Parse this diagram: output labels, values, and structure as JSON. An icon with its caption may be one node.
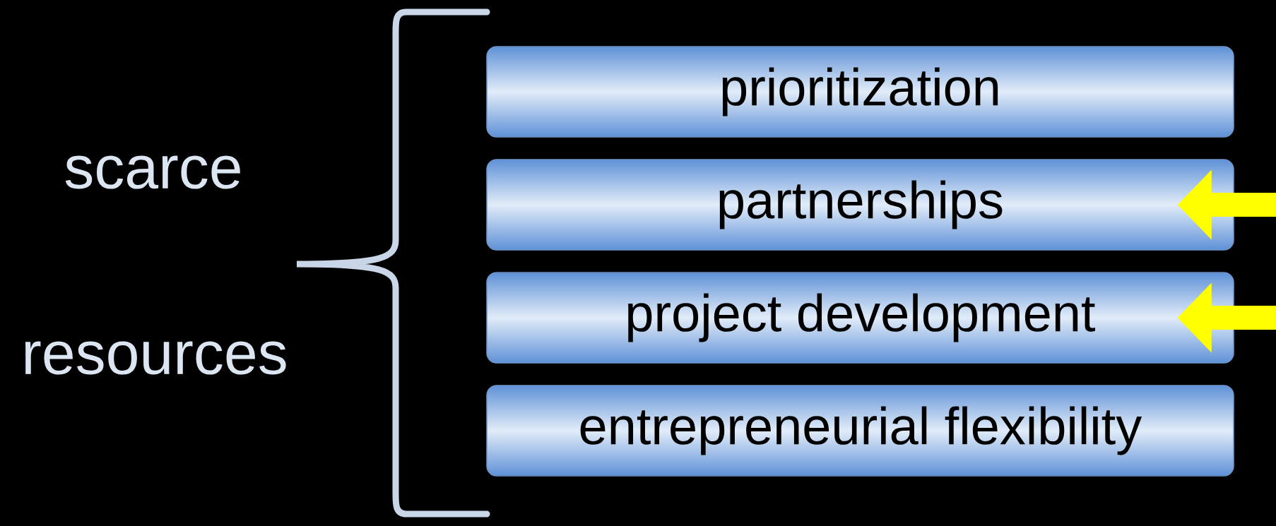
{
  "diagram": {
    "nodes": [
      {
        "text": [
          "prioritization"
        ]
      },
      {
        "text": [
          "partnerships"
        ]
      },
      {
        "text": [
          "project development"
        ]
      },
      {
        "text": [
          "entrepreneurial flexibility"
        ]
      }
    ],
    "edges": [
      {
        "from": null,
        "to": 1,
        "arrow": "to",
        "color": "#ffff00"
      },
      {
        "from": null,
        "to": 2,
        "arrow": "to",
        "color": "#ffff00"
      }
    ],
    "labels": [
      "scarce",
      "resources"
    ]
  }
}
